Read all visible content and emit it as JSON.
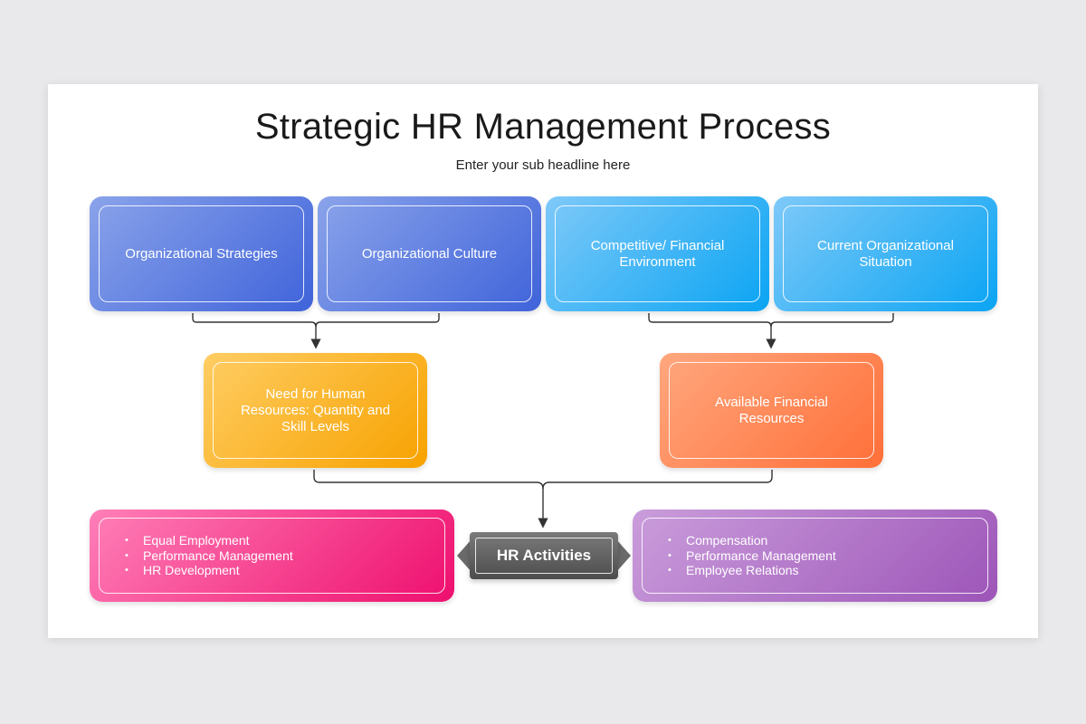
{
  "title": "Strategic HR Management Process",
  "subtitle": "Enter your sub headline here",
  "top_boxes": [
    {
      "label": "Organizational Strategies",
      "color": "#4f6fdc"
    },
    {
      "label": "Organizational Culture",
      "color": "#4f6fdc"
    },
    {
      "label": "Competitive/ Financial Environment",
      "color": "#1aadf5"
    },
    {
      "label": "Current Organizational Situation",
      "color": "#1aadf5"
    }
  ],
  "middle_boxes": [
    {
      "label": "Need for Human Resources: Quantity and Skill Levels",
      "color": "#f9ab10"
    },
    {
      "label": "Available Financial Resources",
      "color": "#ff7a45"
    }
  ],
  "hr_activities": {
    "label": "HR Activities",
    "left_list": [
      "Equal Employment",
      "Performance Management",
      "HR Development"
    ],
    "right_list": [
      "Compensation",
      "Performance Management",
      "Employee Relations"
    ],
    "left_color": "#f5297f",
    "right_color": "#a865c2"
  }
}
